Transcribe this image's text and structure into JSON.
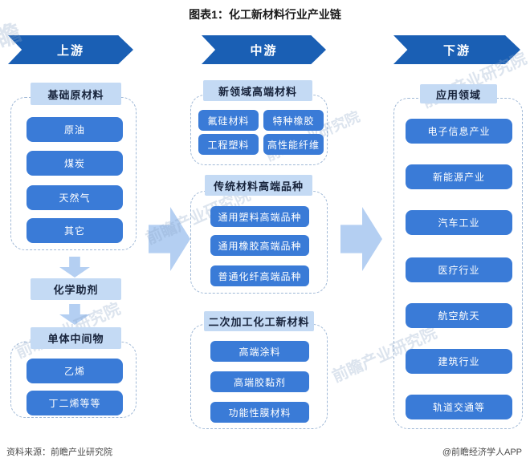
{
  "title": "图表1：化工新材料行业产业链",
  "colors": {
    "banner_blue": "#1A5FB4",
    "item_blue": "#3A7BD7",
    "light_blue_header": "#C4DAF4",
    "flow_arrow_blue": "#B4CFF2",
    "dashed_border": "#9FB8D6"
  },
  "upstream": {
    "banner": "上游",
    "basic": {
      "header": "基础原材料",
      "items": [
        "原油",
        "煤炭",
        "天然气",
        "其它"
      ]
    },
    "auxiliary_label": "化学助剂",
    "monomer": {
      "header": "单体中间物",
      "items": [
        "乙烯",
        "丁二烯等等"
      ]
    }
  },
  "midstream": {
    "banner": "中游",
    "sections": [
      {
        "header": "新领域高端材料",
        "items": [
          "氟硅材料",
          "特种橡胶",
          "工程塑料",
          "高性能纤维"
        ]
      },
      {
        "header": "传统材料高端品种",
        "items": [
          "通用塑料高端品种",
          "通用橡胶高端品种",
          "普通化纤高端品种"
        ]
      },
      {
        "header": "二次加工化工新材料",
        "items": [
          "高端涂料",
          "高端胶黏剂",
          "功能性膜材料"
        ]
      }
    ]
  },
  "downstream": {
    "banner": "下游",
    "header": "应用领域",
    "items": [
      "电子信息产业",
      "新能源产业",
      "汽车工业",
      "医疗行业",
      "航空航天",
      "建筑行业",
      "轨道交通等"
    ]
  },
  "footer": {
    "source": "资料来源：前瞻产业研究院",
    "credit": "@前瞻经济学人APP"
  },
  "watermark": {
    "text": "前瞻产业研究院",
    "short": "前瞻"
  }
}
